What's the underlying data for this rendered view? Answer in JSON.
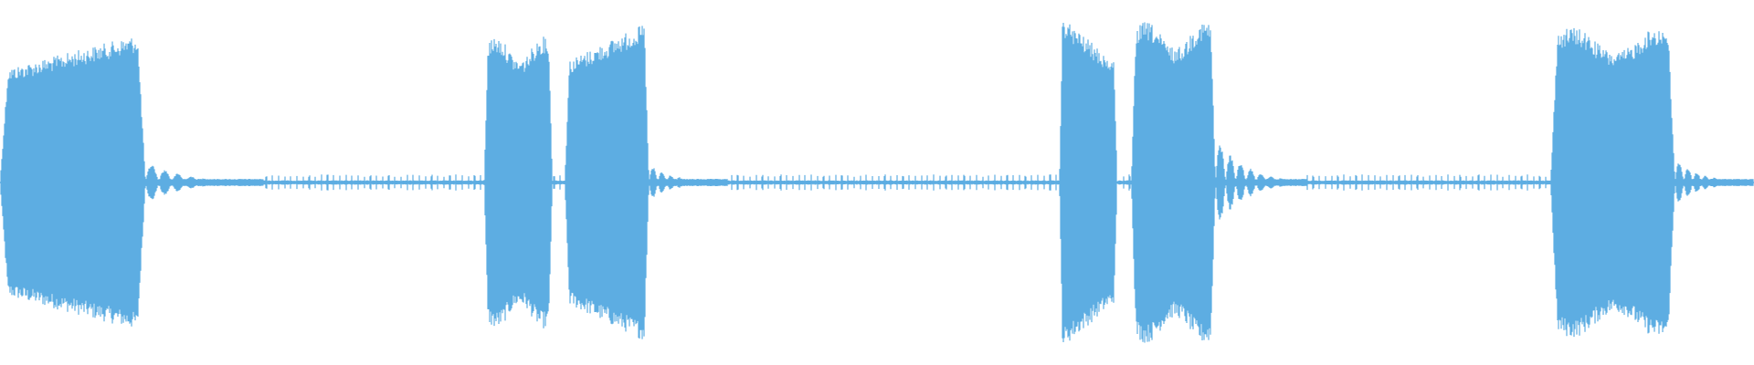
{
  "waveform": {
    "color": "#5dade2",
    "background": "#ffffff",
    "segments": [
      {
        "name": "audio-clip-1",
        "start": 0.0,
        "end": 0.083,
        "amp": 0.82,
        "shape": "ramp-up"
      },
      {
        "name": "audio-clip-2",
        "start": 0.276,
        "end": 0.315,
        "amp": 0.8,
        "shape": "flat"
      },
      {
        "name": "audio-clip-3",
        "start": 0.322,
        "end": 0.37,
        "amp": 0.88,
        "shape": "ramp-up"
      },
      {
        "name": "audio-clip-4",
        "start": 0.604,
        "end": 0.637,
        "amp": 0.92,
        "shape": "decay"
      },
      {
        "name": "audio-clip-5",
        "start": 0.645,
        "end": 0.693,
        "amp": 0.88,
        "shape": "flat"
      },
      {
        "name": "audio-clip-6",
        "start": 0.884,
        "end": 0.955,
        "amp": 0.85,
        "shape": "flat"
      }
    ],
    "ripples": [
      {
        "name": "ripple-1",
        "start": 0.083,
        "end": 0.15,
        "amp": 0.12
      },
      {
        "name": "ripple-2",
        "start": 0.37,
        "end": 0.415,
        "amp": 0.1
      },
      {
        "name": "ripple-3",
        "start": 0.693,
        "end": 0.745,
        "amp": 0.26
      },
      {
        "name": "ripple-4",
        "start": 0.955,
        "end": 1.0,
        "amp": 0.14
      }
    ],
    "noise_amp": 0.02
  }
}
